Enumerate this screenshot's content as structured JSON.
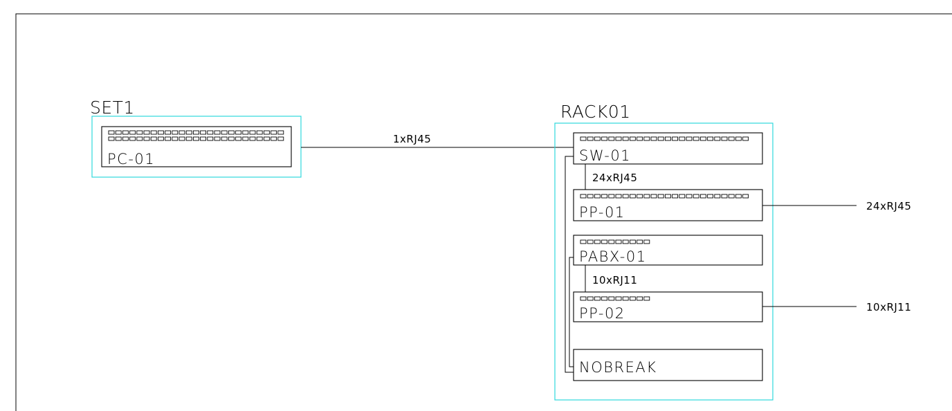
{
  "groups": {
    "set1": {
      "title": "SET1",
      "device": {
        "name": "PC-01",
        "port_rows": 2,
        "ports_per_row": 25
      }
    },
    "rack01": {
      "title": "RACK01",
      "devices": {
        "sw01": {
          "name": "SW-01",
          "port_rows": 1,
          "ports_per_row": 24
        },
        "pp01": {
          "name": "PP-01",
          "port_rows": 1,
          "ports_per_row": 24
        },
        "pabx01": {
          "name": "PABX-01",
          "port_rows": 1,
          "ports_per_row": 10
        },
        "pp02": {
          "name": "PP-02",
          "port_rows": 1,
          "ports_per_row": 10
        },
        "nobreak": {
          "name": "NOBREAK",
          "port_rows": 0,
          "ports_per_row": 0
        }
      }
    }
  },
  "links": {
    "pc_to_switch": "1xRJ45",
    "switch_to_pp01": "24xRJ45",
    "pp01_out": "24xRJ45",
    "pabx_to_pp02": "10xRJ11",
    "pp02_out": "10xRJ11"
  },
  "colors": {
    "group_border": "#2ed8dc",
    "line": "#000000",
    "background": "#ffffff"
  }
}
